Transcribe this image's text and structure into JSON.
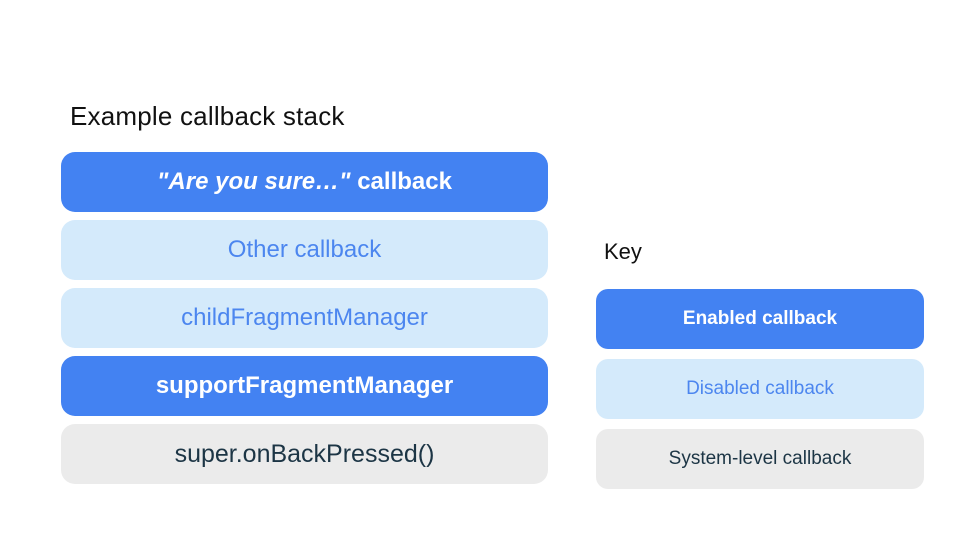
{
  "stack": {
    "title": "Example callback stack",
    "items": [
      {
        "quoted": "\"Are you sure…\"",
        "rest": " callback",
        "type": "enabled"
      },
      {
        "label": "Other callback",
        "type": "disabled"
      },
      {
        "label": "childFragmentManager",
        "type": "disabled"
      },
      {
        "label": "supportFragmentManager",
        "type": "enabled"
      },
      {
        "label": "super.onBackPressed()",
        "type": "system"
      }
    ]
  },
  "key": {
    "title": "Key",
    "items": [
      {
        "label": "Enabled callback",
        "type": "enabled"
      },
      {
        "label": "Disabled callback",
        "type": "disabled"
      },
      {
        "label": "System-level callback",
        "type": "system"
      }
    ]
  },
  "colors": {
    "enabled_bg": "#4382F2",
    "enabled_text": "#FFFFFF",
    "disabled_bg": "#D4EAFB",
    "disabled_text": "#4C86EF",
    "system_bg": "#EBEBEB",
    "system_text": "#1C3545",
    "title_text": "#111111",
    "background": "#FFFFFF"
  }
}
